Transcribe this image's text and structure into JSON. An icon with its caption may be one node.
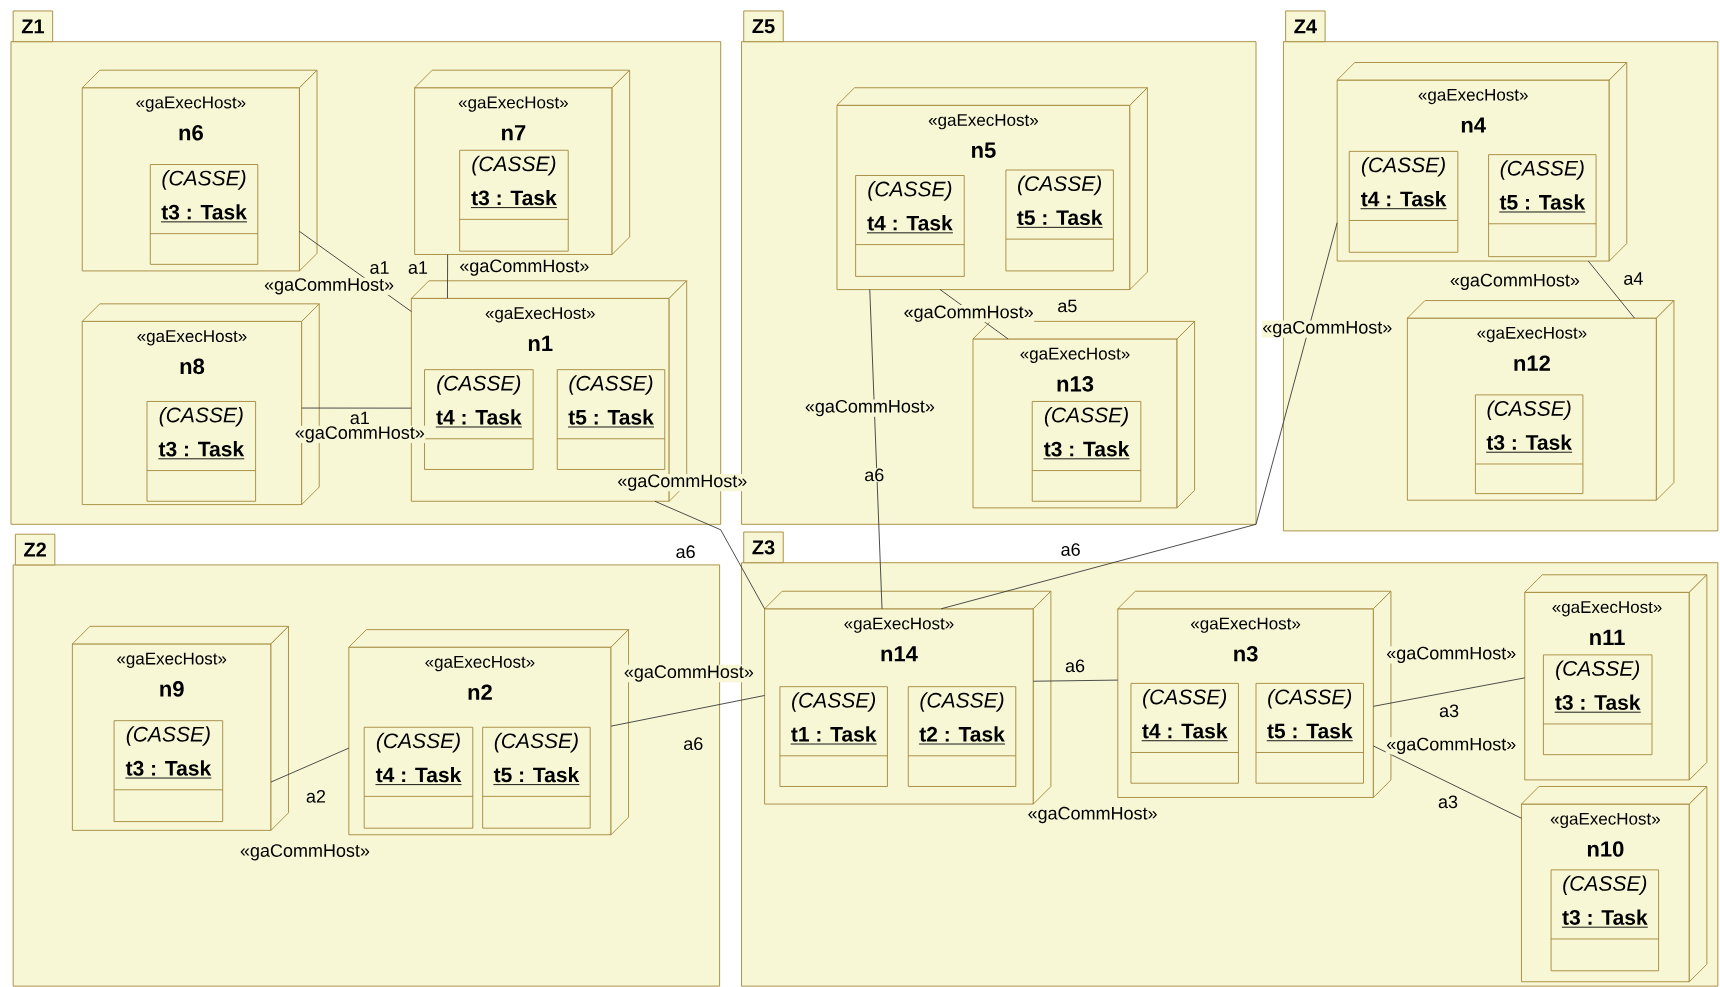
{
  "diagram": {
    "nodes": [
      {
        "text": [
          "Z1"
        ]
      },
      {
        "text": [
          "«gaExecHost»",
          "n6"
        ],
        "in": 0
      },
      {
        "text": [
          "(CASSE)",
          "t3 : Task"
        ],
        "in": 1
      },
      {
        "text": [
          "«gaExecHost»",
          "n7"
        ],
        "in": 0
      },
      {
        "text": [
          "(CASSE)",
          "t3 : Task"
        ],
        "in": 3
      },
      {
        "text": [
          "«gaExecHost»",
          "n8"
        ],
        "in": 0
      },
      {
        "text": [
          "(CASSE)",
          "t3 : Task"
        ],
        "in": 5
      },
      {
        "text": [
          "«gaExecHost»",
          "n1"
        ],
        "in": 0
      },
      {
        "text": [
          "(CASSE)",
          "t4 : Task"
        ],
        "in": 7
      },
      {
        "text": [
          "(CASSE)",
          "t5 : Task"
        ],
        "in": 7
      },
      {
        "text": [
          "Z5"
        ]
      },
      {
        "text": [
          "«gaExecHost»",
          "n5"
        ],
        "in": 10
      },
      {
        "text": [
          "(CASSE)",
          "t4 : Task"
        ],
        "in": 11
      },
      {
        "text": [
          "(CASSE)",
          "t5 : Task"
        ],
        "in": 11
      },
      {
        "text": [
          "«gaExecHost»",
          "n13"
        ],
        "in": 10
      },
      {
        "text": [
          "(CASSE)",
          "t3 : Task"
        ],
        "in": 14
      },
      {
        "text": [
          "Z4"
        ]
      },
      {
        "text": [
          "«gaExecHost»",
          "n4"
        ],
        "in": 16
      },
      {
        "text": [
          "(CASSE)",
          "t4 : Task"
        ],
        "in": 17
      },
      {
        "text": [
          "(CASSE)",
          "t5 : Task"
        ],
        "in": 17
      },
      {
        "text": [
          "«gaExecHost»",
          "n12"
        ],
        "in": 16
      },
      {
        "text": [
          "(CASSE)",
          "t3 : Task"
        ],
        "in": 20
      },
      {
        "text": [
          "Z2"
        ]
      },
      {
        "text": [
          "«gaExecHost»",
          "n9"
        ],
        "in": 22
      },
      {
        "text": [
          "(CASSE)",
          "t3 : Task"
        ],
        "in": 23
      },
      {
        "text": [
          "«gaExecHost»",
          "n2"
        ],
        "in": 22
      },
      {
        "text": [
          "(CASSE)",
          "t4 : Task"
        ],
        "in": 25
      },
      {
        "text": [
          "(CASSE)",
          "t5 : Task"
        ],
        "in": 25
      },
      {
        "text": [
          "Z3"
        ]
      },
      {
        "text": [
          "«gaExecHost»",
          "n14"
        ],
        "in": 28
      },
      {
        "text": [
          "(CASSE)",
          "t1 : Task"
        ],
        "in": 29
      },
      {
        "text": [
          "(CASSE)",
          "t2 : Task"
        ],
        "in": 29
      },
      {
        "text": [
          "«gaExecHost»",
          "n3"
        ],
        "in": 28
      },
      {
        "text": [
          "(CASSE)",
          "t4 : Task"
        ],
        "in": 32
      },
      {
        "text": [
          "(CASSE)",
          "t5 : Task"
        ],
        "in": 32
      },
      {
        "text": [
          "«gaExecHost»",
          "n11"
        ],
        "in": 28
      },
      {
        "text": [
          "(CASSE)",
          "t3 : Task"
        ],
        "in": 35
      },
      {
        "text": [
          "«gaExecHost»",
          "n10"
        ],
        "in": 28
      },
      {
        "text": [
          "(CASSE)",
          "t3 : Task"
        ],
        "in": 37
      }
    ],
    "edges": [
      {
        "from": 1,
        "to": 7,
        "arrow": "none",
        "label": "a1"
      },
      {
        "from": 3,
        "to": 7,
        "arrow": "none",
        "label": "a1"
      },
      {
        "from": 5,
        "to": 7,
        "arrow": "none",
        "label": "a1"
      },
      {
        "from": 7,
        "to": 29,
        "arrow": "none",
        "label": "a6"
      },
      {
        "from": 23,
        "to": 25,
        "arrow": "none",
        "label": "a2"
      },
      {
        "from": 25,
        "to": 29,
        "arrow": "none",
        "label": "a6"
      },
      {
        "from": 11,
        "to": 29,
        "arrow": "none",
        "label": "a6"
      },
      {
        "from": 11,
        "to": 14,
        "arrow": "none",
        "label": "a5"
      },
      {
        "from": 17,
        "to": 29,
        "arrow": "none",
        "label": "a6"
      },
      {
        "from": 17,
        "to": 20,
        "arrow": "none",
        "label": "a4"
      },
      {
        "from": 29,
        "to": 32,
        "arrow": "none",
        "label": "a6"
      },
      {
        "from": 32,
        "to": 35,
        "arrow": "none",
        "label": "a3"
      },
      {
        "from": 32,
        "to": 37,
        "arrow": "none",
        "label": "a3"
      }
    ],
    "labels": [
      "«gaCommHost»",
      "«gaCommHost»",
      "«gaCommHost»",
      "«gaCommHost»",
      "«gaCommHost»",
      "«gaCommHost»",
      "«gaCommHost»",
      "«gaCommHost»",
      "«gaCommHost»",
      "«gaCommHost»",
      "«gaCommHost»",
      "«gaCommHost»",
      "«gaCommHost»"
    ]
  }
}
